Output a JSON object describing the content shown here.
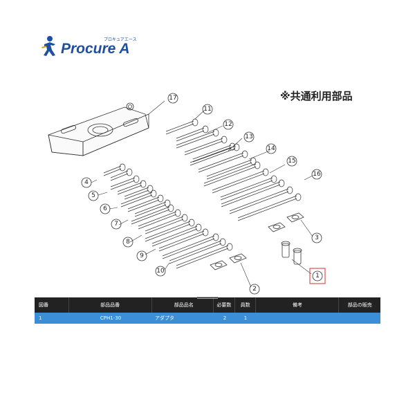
{
  "logo": {
    "wordmark": "Procure A",
    "kana": "プロキュアエース",
    "brand_color": "#1f4fa0",
    "accent_color": "#e8a000"
  },
  "note": "※共通利用部品",
  "diagram": {
    "callouts": [
      "17",
      "11",
      "12",
      "13",
      "14",
      "15",
      "16",
      "4",
      "5",
      "6",
      "7",
      "8",
      "9",
      "10",
      "3",
      "2",
      "1"
    ],
    "highlight_callout": "1",
    "highlight_color": "#e05050"
  },
  "table": {
    "headers": {
      "no": "図番",
      "part_number": "部品品番",
      "part_name": "部品品名",
      "required_qty": "必要数",
      "quantity": "員数",
      "remarks": "備考",
      "sale": "部品の販売"
    },
    "rows": [
      {
        "no": "1",
        "part_number": "CPH1-30",
        "part_name": "アダプタ",
        "required_qty": "2",
        "quantity": "1",
        "remarks": "",
        "sale": ""
      }
    ],
    "header_color": "#222222",
    "selected_row_color": "#3c8fd6"
  }
}
